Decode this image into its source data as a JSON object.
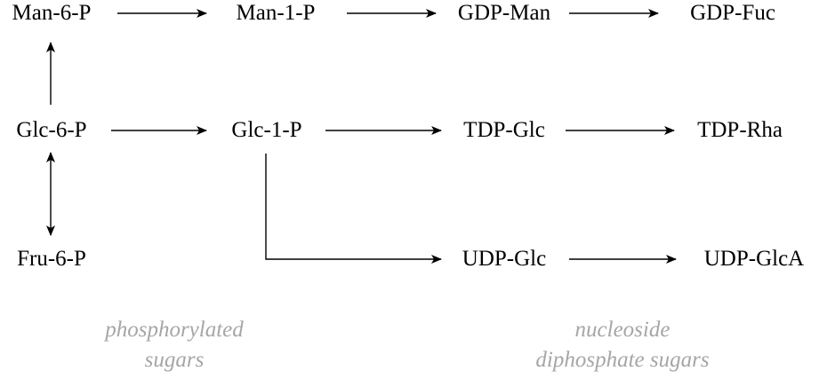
{
  "colors": {
    "text": "#000000",
    "caption": "#a6a6a6",
    "line": "#000000"
  },
  "nodes": {
    "man6p": "Man-6-P",
    "man1p": "Man-1-P",
    "gdpman": "GDP-Man",
    "gdpfuc": "GDP-Fuc",
    "glc6p": "Glc-6-P",
    "glc1p": "Glc-1-P",
    "tdpglc": "TDP-Glc",
    "tdprha": "TDP-Rha",
    "fru6p": "Fru-6-P",
    "udpglc": "UDP-Glc",
    "udpglca": "UDP-GlcA"
  },
  "captions": {
    "phosphorylated": [
      "phosphorylated",
      "sugars"
    ],
    "nucleoside": [
      "nucleoside",
      "diphosphate sugars"
    ]
  },
  "edges": [
    {
      "from": "man6p",
      "to": "man1p",
      "type": "forward"
    },
    {
      "from": "man1p",
      "to": "gdpman",
      "type": "forward"
    },
    {
      "from": "gdpman",
      "to": "gdpfuc",
      "type": "forward"
    },
    {
      "from": "glc6p",
      "to": "man6p",
      "type": "forward"
    },
    {
      "from": "glc6p",
      "to": "glc1p",
      "type": "forward"
    },
    {
      "from": "glc1p",
      "to": "tdpglc",
      "type": "forward"
    },
    {
      "from": "tdpglc",
      "to": "tdprha",
      "type": "forward"
    },
    {
      "from": "glc6p",
      "to": "fru6p",
      "type": "reversible"
    },
    {
      "from": "glc1p",
      "to": "udpglc",
      "type": "elbow"
    },
    {
      "from": "udpglc",
      "to": "udpglca",
      "type": "forward"
    }
  ]
}
